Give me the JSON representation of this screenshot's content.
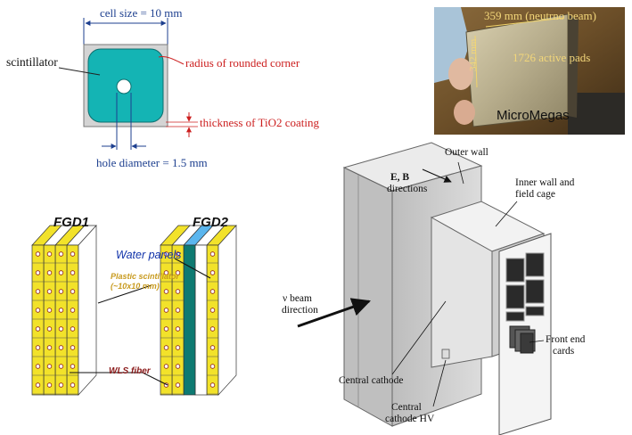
{
  "cell_diagram": {
    "cell_size_label": "cell size = 10 mm",
    "scintillator_label": "scintillator",
    "corner_label": "radius of rounded corner",
    "coating_label": "thickness of TiO2 coating",
    "hole_label": "hole diameter = 1.5 mm",
    "colors": {
      "scintillator": "#14b4b4",
      "coating": "#d4d4d4",
      "accent": "#1d3f8f",
      "annotation": "#cc1f1f"
    }
  },
  "photo": {
    "beam_label": "359 mm (neutrno beam)",
    "height_label": "342 mm",
    "pads_label": "1726 active pads",
    "brand_label": "MicroMegas"
  },
  "fgd": {
    "fgd1_title": "FGD1",
    "fgd2_title": "FGD2",
    "water_label": "Water panels",
    "plastic_label_line1": "Plastic scintillator",
    "plastic_label_line2": "(~10x10 mm)",
    "wls_label": "WLS fiber",
    "colors": {
      "bar": "#f2e22a",
      "water": "#5bb6ee",
      "fiber_label": "#8b1a1a",
      "plastic_label": "#c89a1e",
      "water_label": "#1133aa",
      "dark_panel": "#0e7a72"
    }
  },
  "tpc": {
    "outer_wall": "Outer wall",
    "eb_line1": "E, B",
    "eb_line2": "directions",
    "inner_wall_line1": "Inner wall and",
    "inner_wall_line2": "field cage",
    "beam_line1": "ν beam",
    "beam_line2": "direction",
    "front_end_line1": "Front end",
    "front_end_line2": "cards",
    "cathode": "Central cathode",
    "cathode_hv_line1": "Central",
    "cathode_hv_line2": "cathode HV"
  }
}
